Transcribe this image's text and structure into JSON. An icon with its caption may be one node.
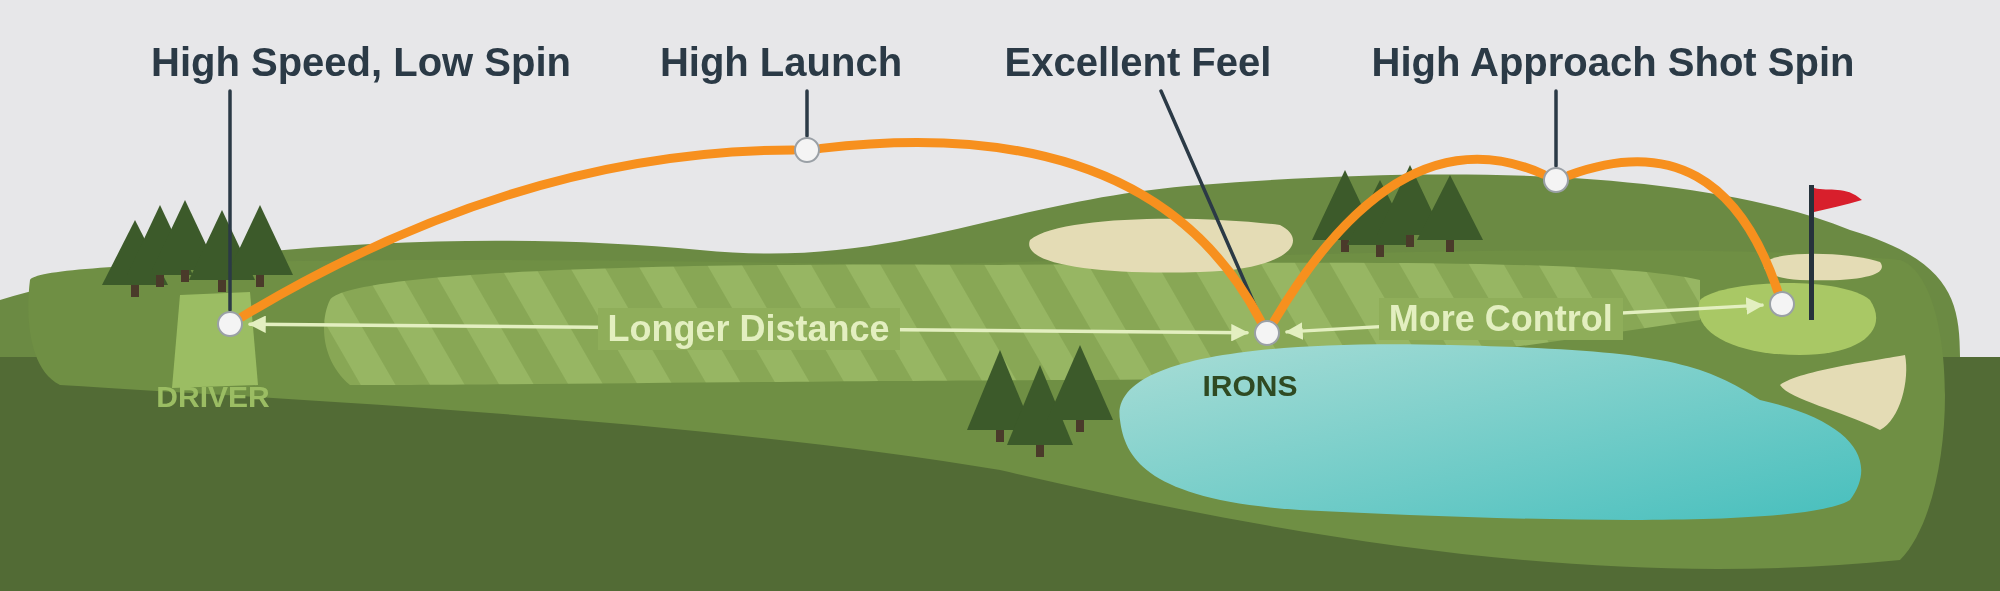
{
  "diagram": {
    "nodes": [
      {
        "text": [
          "High Speed, Low Spin"
        ]
      },
      {
        "text": [
          "High Launch"
        ]
      },
      {
        "text": [
          "Excellent Feel"
        ]
      },
      {
        "text": [
          "High Approach Shot Spin"
        ]
      },
      {
        "text": [],
        "shape": "circle"
      },
      {
        "text": [],
        "shape": "circle"
      },
      {
        "text": [],
        "shape": "circle"
      },
      {
        "text": [],
        "shape": "circle"
      },
      {
        "text": [],
        "shape": "circle"
      }
    ],
    "edges": [
      {
        "from": 0,
        "to": 4,
        "arrow": "none"
      },
      {
        "from": 1,
        "to": 5,
        "arrow": "none"
      },
      {
        "from": 2,
        "to": 6,
        "arrow": "none"
      },
      {
        "from": 3,
        "to": 7,
        "arrow": "none"
      },
      {
        "from": 4,
        "to": 5,
        "arrow": "none",
        "style": "thick",
        "color": "#f7901e"
      },
      {
        "from": 5,
        "to": 6,
        "arrow": "none",
        "style": "thick",
        "color": "#f7901e"
      },
      {
        "from": 6,
        "to": 7,
        "arrow": "none",
        "style": "thick",
        "color": "#f7901e"
      },
      {
        "from": 7,
        "to": 8,
        "arrow": "none",
        "style": "thick",
        "color": "#f7901e"
      },
      {
        "from": 4,
        "to": 6,
        "arrow": "both",
        "label": "Longer Distance",
        "color": "#e3efc0"
      },
      {
        "from": 6,
        "to": 8,
        "arrow": "both",
        "label": "More Control",
        "color": "#e3efc0"
      }
    ],
    "labels": [
      "DRIVER",
      "IRONS"
    ]
  }
}
